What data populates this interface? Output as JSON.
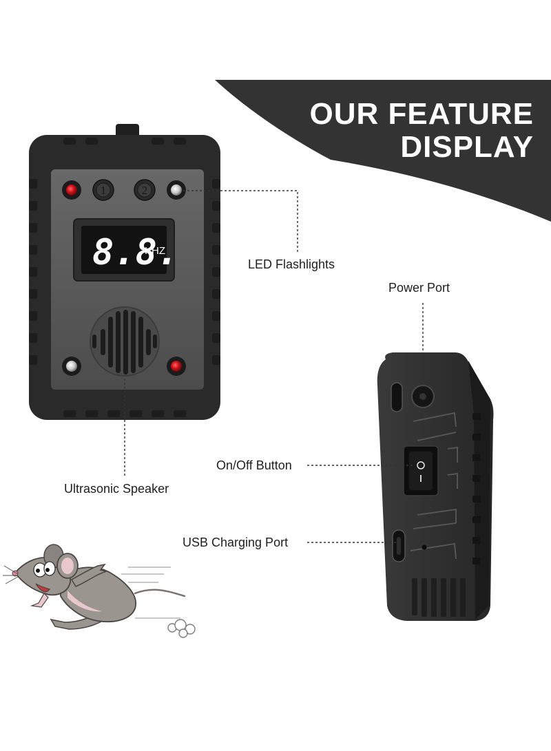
{
  "banner": {
    "line1": "OUR FEATURE",
    "line2": "DISPLAY"
  },
  "front_device": {
    "display_reading": "8.8.",
    "display_unit": "KHZ",
    "mode_button_1": "1",
    "mode_button_2": "2"
  },
  "callouts": {
    "led_flashlights": "LED Flashlights",
    "ultrasonic_speaker": "Ultrasonic Speaker",
    "power_port": "Power Port",
    "on_off_button": "On/Off Button",
    "usb_charging_port": "USB Charging Port"
  },
  "colors": {
    "banner": "#333333",
    "device_body": "#2b2b2b",
    "face_plate": "#5b5b5b",
    "led_red": "#d3121b",
    "mouse_body": "#9b9590"
  }
}
